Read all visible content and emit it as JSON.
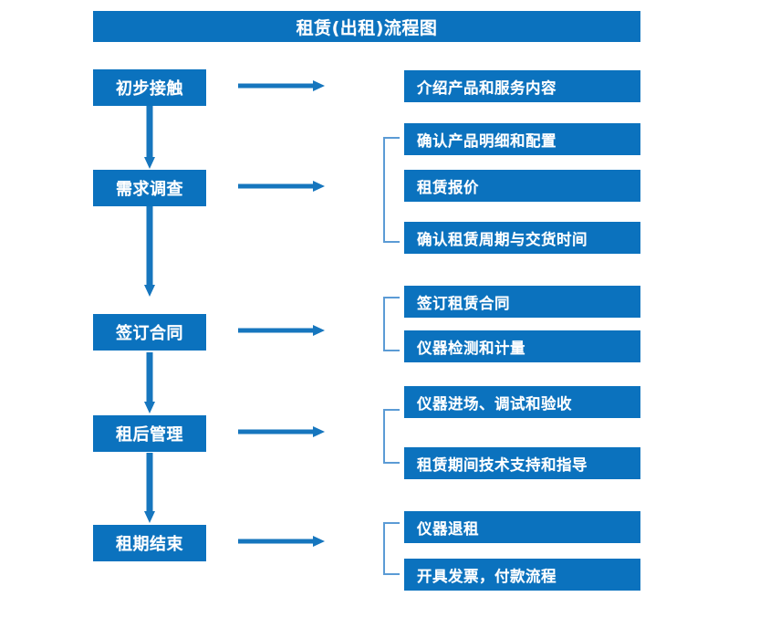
{
  "diagram": {
    "title": "租赁(出租)流程图",
    "theme": {
      "box_fill": "#0B72BE",
      "box_text": "#FFFFFF",
      "arrow_color": "#1676BE",
      "bracket_color": "#5B9BD5",
      "background": "#FFFFFF"
    },
    "stages": [
      {
        "id": "stage-1",
        "label": "初步接触",
        "details": [
          "介绍产品和服务内容"
        ],
        "has_bracket": false
      },
      {
        "id": "stage-2",
        "label": "需求调查",
        "details": [
          "确认产品明细和配置",
          "租赁报价",
          "确认租赁周期与交货时间"
        ],
        "has_bracket": true
      },
      {
        "id": "stage-3",
        "label": "签订合同",
        "details": [
          "签订租赁合同",
          "仪器检测和计量"
        ],
        "has_bracket": true
      },
      {
        "id": "stage-4",
        "label": "租后管理",
        "details": [
          "仪器进场、调试和验收",
          "租赁期间技术支持和指导"
        ],
        "has_bracket": true
      },
      {
        "id": "stage-5",
        "label": "租期结束",
        "details": [
          "仪器退租",
          "开具发票，付款流程"
        ],
        "has_bracket": true
      }
    ],
    "detail_boxes": [
      "介绍产品和服务内容",
      "确认产品明细和配置",
      "租赁报价",
      "确认租赁周期与交货时间",
      "签订租赁合同",
      "仪器检测和计量",
      "仪器进场、调试和验收",
      "租赁期间技术支持和指导",
      "仪器退租",
      "开具发票，付款流程"
    ],
    "connectors": {
      "horizontal_arrow_count": 5,
      "vertical_arrow_count": 4,
      "bracket_count": 4
    }
  }
}
